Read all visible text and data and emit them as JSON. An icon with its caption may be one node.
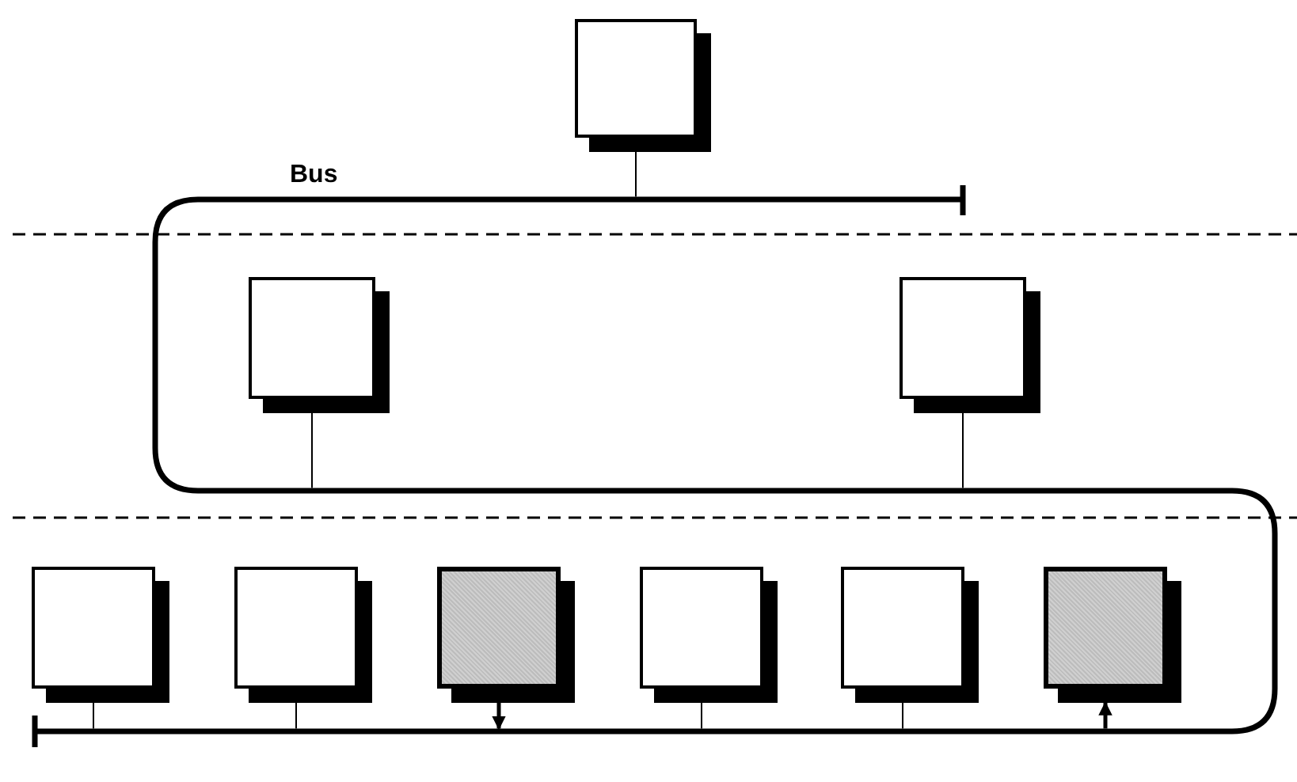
{
  "diagram": {
    "nodes": [
      {
        "text": [],
        "shape": "box"
      },
      {
        "text": [],
        "shape": "box"
      },
      {
        "text": [],
        "shape": "box"
      },
      {
        "text": [],
        "shape": "box"
      },
      {
        "text": [],
        "shape": "box"
      },
      {
        "text": [],
        "shape": "box"
      },
      {
        "text": [],
        "shape": "box"
      },
      {
        "text": [],
        "shape": "box"
      },
      {
        "text": [],
        "shape": "box"
      },
      {
        "text": [],
        "shape": "bar"
      },
      {
        "text": [],
        "shape": "bar"
      },
      {
        "text": [],
        "shape": "bar"
      }
    ],
    "edges": [
      {
        "from": 0,
        "to": 9,
        "arrow": "none"
      },
      {
        "from": 1,
        "to": 10,
        "arrow": "none"
      },
      {
        "from": 2,
        "to": 10,
        "arrow": "none"
      },
      {
        "from": 3,
        "to": 11,
        "arrow": "none"
      },
      {
        "from": 4,
        "to": 11,
        "arrow": "none"
      },
      {
        "from": 5,
        "to": 11,
        "arrow": "to",
        "style": "thick"
      },
      {
        "from": 6,
        "to": 11,
        "arrow": "none"
      },
      {
        "from": 7,
        "to": 11,
        "arrow": "none"
      },
      {
        "from": 11,
        "to": 8,
        "arrow": "to",
        "style": "thick"
      },
      {
        "from": 9,
        "to": 10,
        "arrow": "none",
        "style": "thick"
      },
      {
        "from": 10,
        "to": 11,
        "arrow": "none",
        "style": "thick"
      }
    ],
    "labels": [
      "Bus"
    ]
  }
}
